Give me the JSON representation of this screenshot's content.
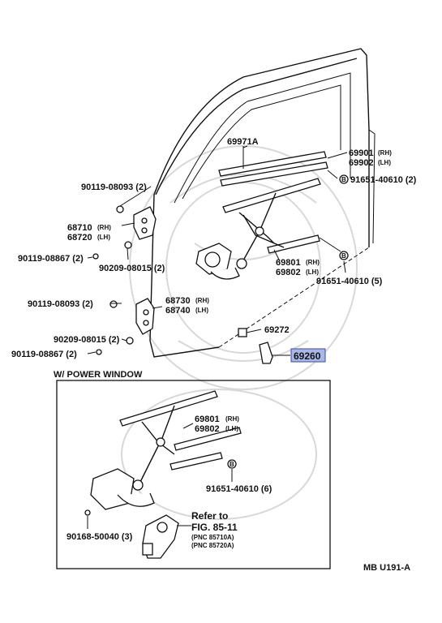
{
  "labels": {
    "p69971a": "69971A",
    "p69901": "69901",
    "p69902": "69902",
    "rh": "(RH)",
    "lh": "(LH)",
    "p91651_2": "91651-40610 (2)",
    "p90119_08093_a": "90119-08093 (2)",
    "p68710": "68710",
    "p68720": "68720",
    "p90119_08867_a": "90119-08867 (2)",
    "p90209_a": "90209-08015 (2)",
    "p69801": "69801",
    "p69802": "69802",
    "p91651_5": "91651-40610 (5)",
    "p90119_08093_b": "90119-08093 (2)",
    "p68730": "68730",
    "p68740": "68740",
    "p69272": "69272",
    "p90209_b": "90209-08015 (2)",
    "p90119_08867_b": "90119-08867 (2)",
    "p69260": "69260",
    "section_title": "W/ POWER WINDOW",
    "p69801_b": "69801",
    "p69802_b": "69802",
    "p91651_6": "91651-40610 (6)",
    "refer_to": "Refer to",
    "fig": "FIG. 85-11",
    "pnc1": "(PNC 85710A)",
    "pnc2": "(PNC 85720A)",
    "p90168": "90168-50040 (3)",
    "code": "MB  U191-A",
    "bmark": "B"
  },
  "highlight_color": "#a9b6e8"
}
